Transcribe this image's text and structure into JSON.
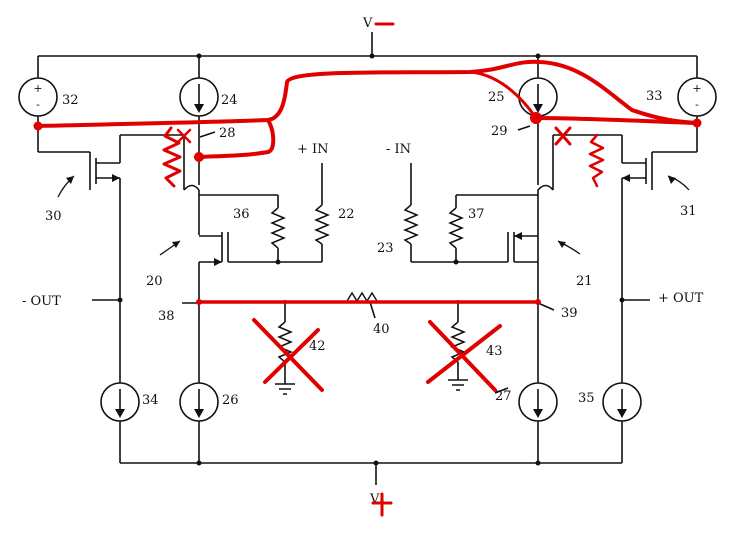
{
  "supply": {
    "top": "V",
    "bottom": "V"
  },
  "inputs": {
    "plus": "+ IN",
    "minus": "- IN"
  },
  "outputs": {
    "minus": "- OUT",
    "plus": "+ OUT"
  },
  "refs": {
    "r20": "20",
    "r21": "21",
    "r22": "22",
    "r23": "23",
    "r24": "24",
    "r25": "25",
    "r26": "26",
    "r27": "27",
    "r28": "28",
    "r29": "29",
    "r30": "30",
    "r31": "31",
    "r32": "32",
    "r33": "33",
    "r34": "34",
    "r35": "35",
    "r36": "36",
    "r37": "37",
    "r38": "38",
    "r39": "39",
    "r40": "40",
    "r42": "42",
    "r43": "43"
  },
  "source_polarity": {
    "plus": "+",
    "minus": "-"
  },
  "markup_color": "#e00000",
  "ink_color": "#111111"
}
